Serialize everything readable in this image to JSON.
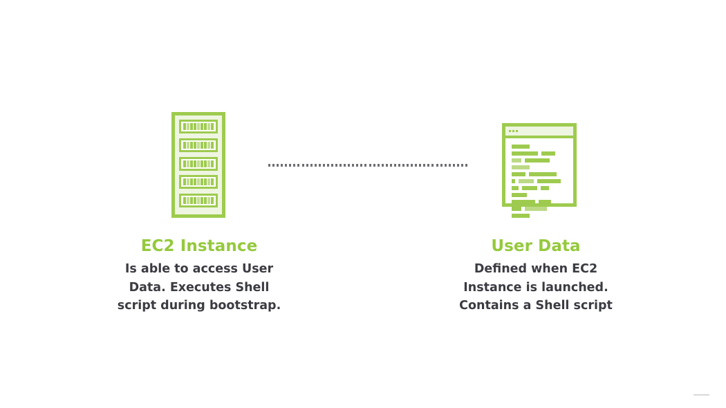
{
  "diagram": {
    "background_color": "#ffffff",
    "accent_color": "#95c93d",
    "icon_green": "#9ecb4f",
    "icon_fill_light": "#eef5e0",
    "body_text_color": "#3b3b42",
    "connector_color": "#6e6e73",
    "connector_style": "dotted"
  },
  "nodes": [
    {
      "id": "ec2-instance",
      "icon": "server-rack-icon",
      "title": "EC2 Instance",
      "description_lines": [
        "Is able to access User",
        "Data. Executes Shell",
        "script during bootstrap."
      ],
      "rack": {
        "slot_count": 5,
        "leds_per_slot": 9
      }
    },
    {
      "id": "user-data",
      "icon": "code-window-icon",
      "title": "User Data",
      "description_lines": [
        "Defined when EC2",
        "Instance is launched.",
        "Contains a Shell script"
      ],
      "code_window": {
        "titlebar_dots": 3,
        "lines": [
          [
            {
              "w": 26,
              "t": "solid"
            }
          ],
          [
            {
              "w": 38,
              "t": "solid"
            },
            {
              "w": 20,
              "t": "solid"
            }
          ],
          [
            {
              "w": 14,
              "t": "light"
            },
            {
              "w": 36,
              "t": "solid"
            }
          ],
          [
            {
              "w": 26,
              "t": "light"
            }
          ],
          [
            {
              "w": 20,
              "t": "solid"
            },
            {
              "w": 40,
              "t": "solid"
            }
          ],
          [
            {
              "w": 5,
              "t": "solid"
            },
            {
              "w": 22,
              "t": "light"
            },
            {
              "w": 34,
              "t": "solid"
            }
          ],
          [
            {
              "w": 10,
              "t": "solid"
            },
            {
              "w": 22,
              "t": "solid"
            },
            {
              "w": 12,
              "t": "solid"
            }
          ],
          [
            {
              "w": 22,
              "t": "solid"
            }
          ],
          [
            {
              "w": 34,
              "t": "solid"
            },
            {
              "w": 18,
              "t": "solid"
            }
          ],
          [
            {
              "w": 14,
              "t": "solid"
            },
            {
              "w": 32,
              "t": "light"
            }
          ],
          [
            {
              "w": 26,
              "t": "solid"
            }
          ]
        ]
      }
    }
  ],
  "connector": {
    "name": "dotted-connection-line",
    "dot_count": 48,
    "from": "ec2-instance",
    "to": "user-data"
  }
}
